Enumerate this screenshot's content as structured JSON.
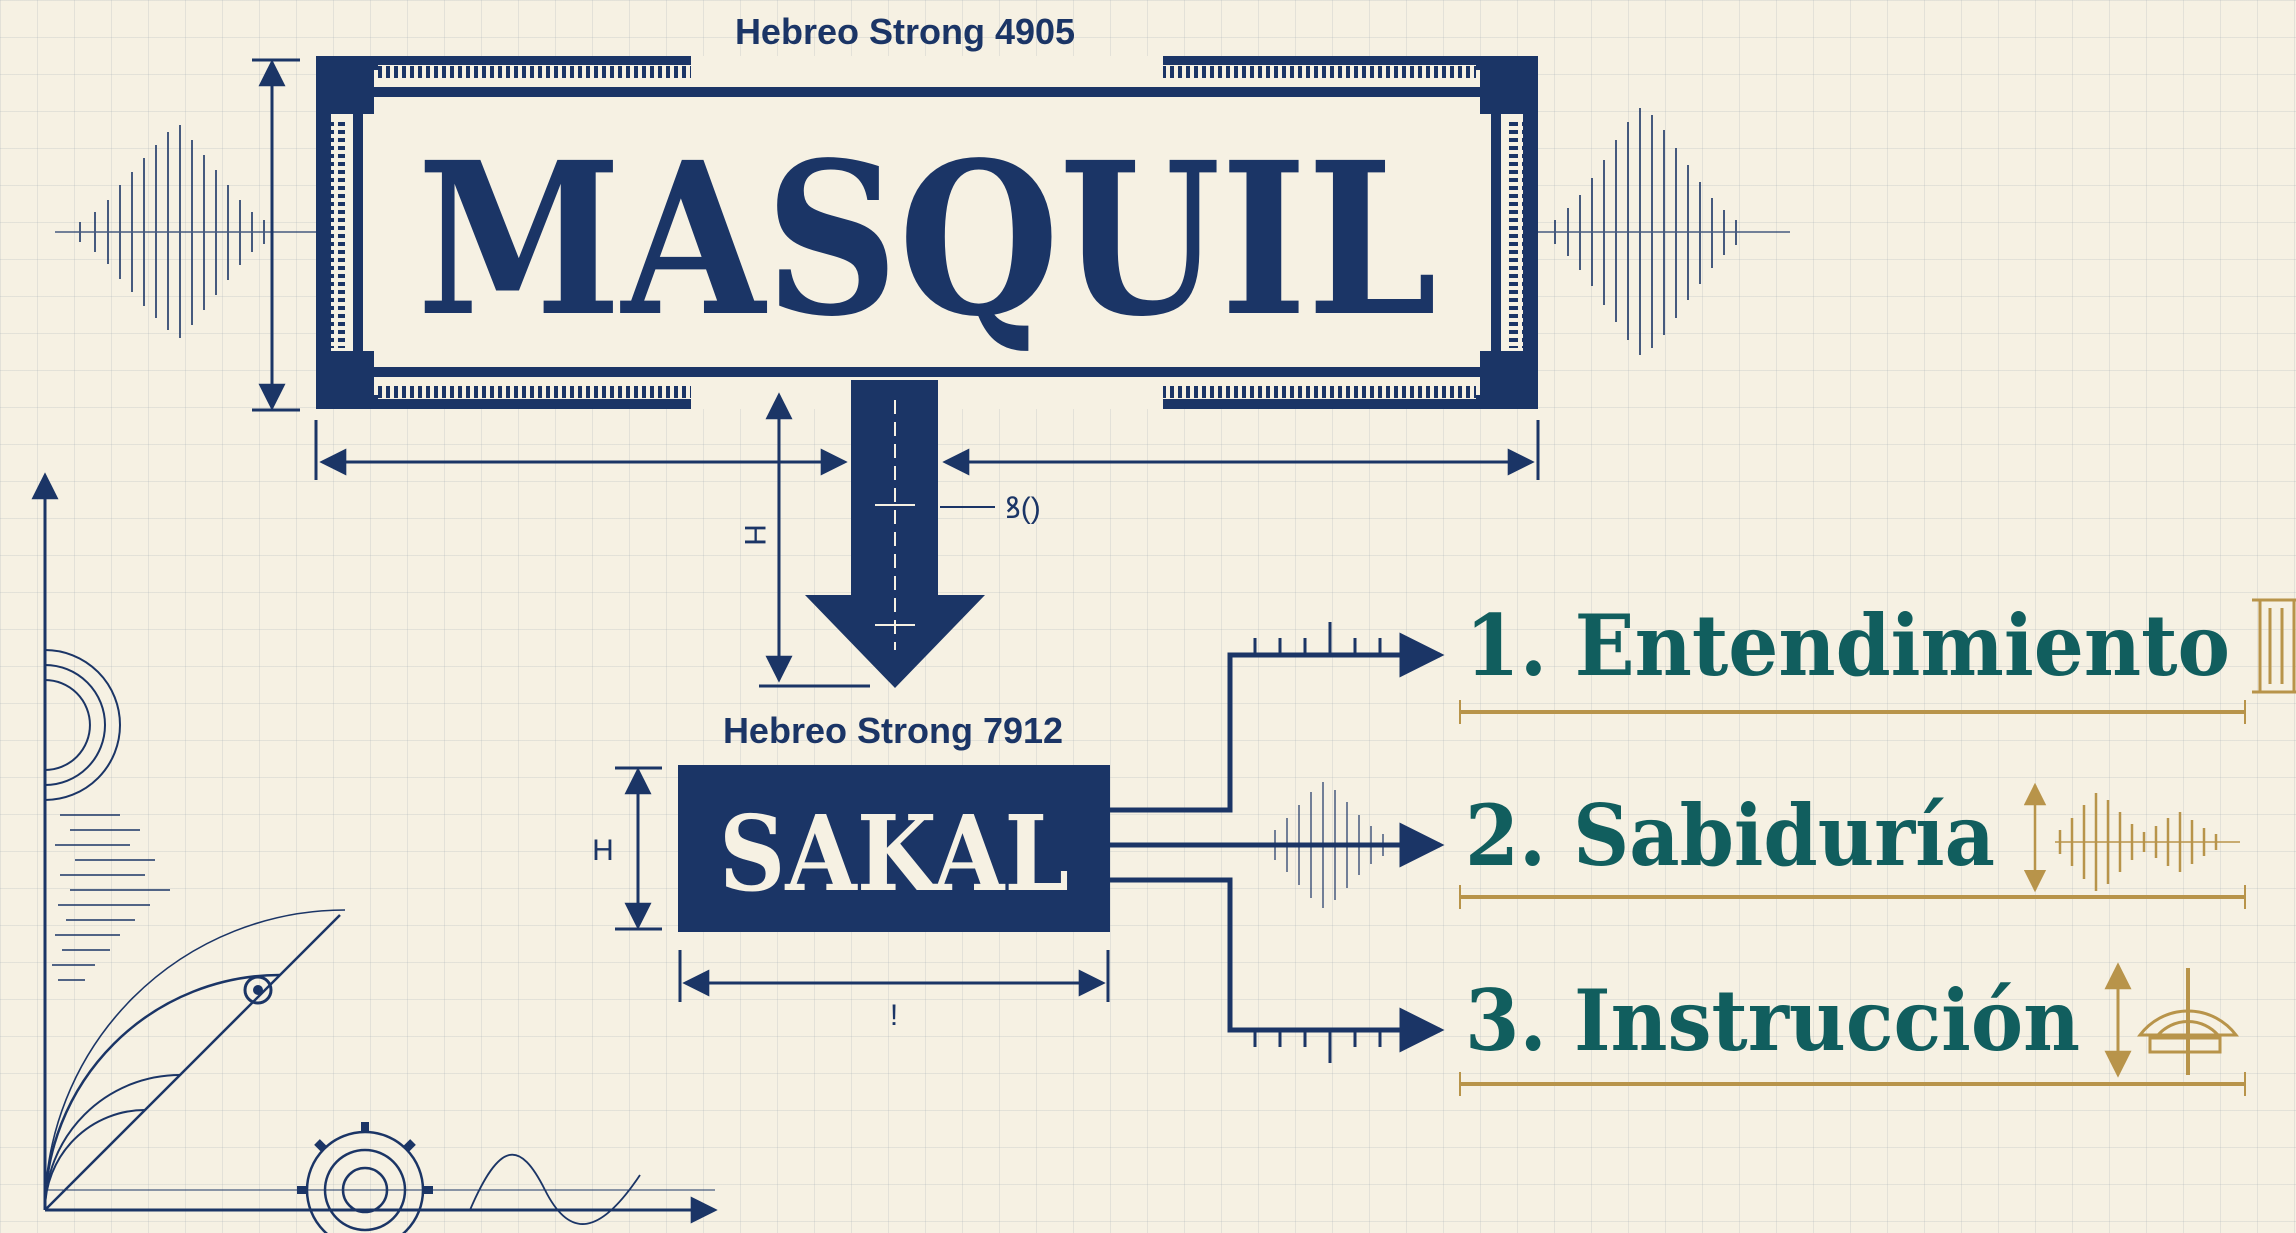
{
  "colors": {
    "navy": "#1b3566",
    "teal": "#115e5e",
    "gold": "#b8944a",
    "paper": "#f6f1e3"
  },
  "top_term": {
    "reference": "Hebreo Strong 4905",
    "word": "MASQUIL"
  },
  "root_term": {
    "reference": "Hebreo Strong 7912",
    "word": "SAKAL"
  },
  "meanings": [
    {
      "label": "1. Entendimiento"
    },
    {
      "label": "2. Sabiduría"
    },
    {
      "label": "3. Instrucción"
    }
  ],
  "annotations": {
    "arrow_height_label": "H",
    "arrow_mark": "ꝸ()",
    "sakal_height_label": "H",
    "sakal_width_label": "!"
  },
  "icons": [
    "waveform-icon",
    "protractor-icon",
    "gear-icon",
    "concentric-circles-icon",
    "axis-graph-icon",
    "ruler-icon"
  ]
}
